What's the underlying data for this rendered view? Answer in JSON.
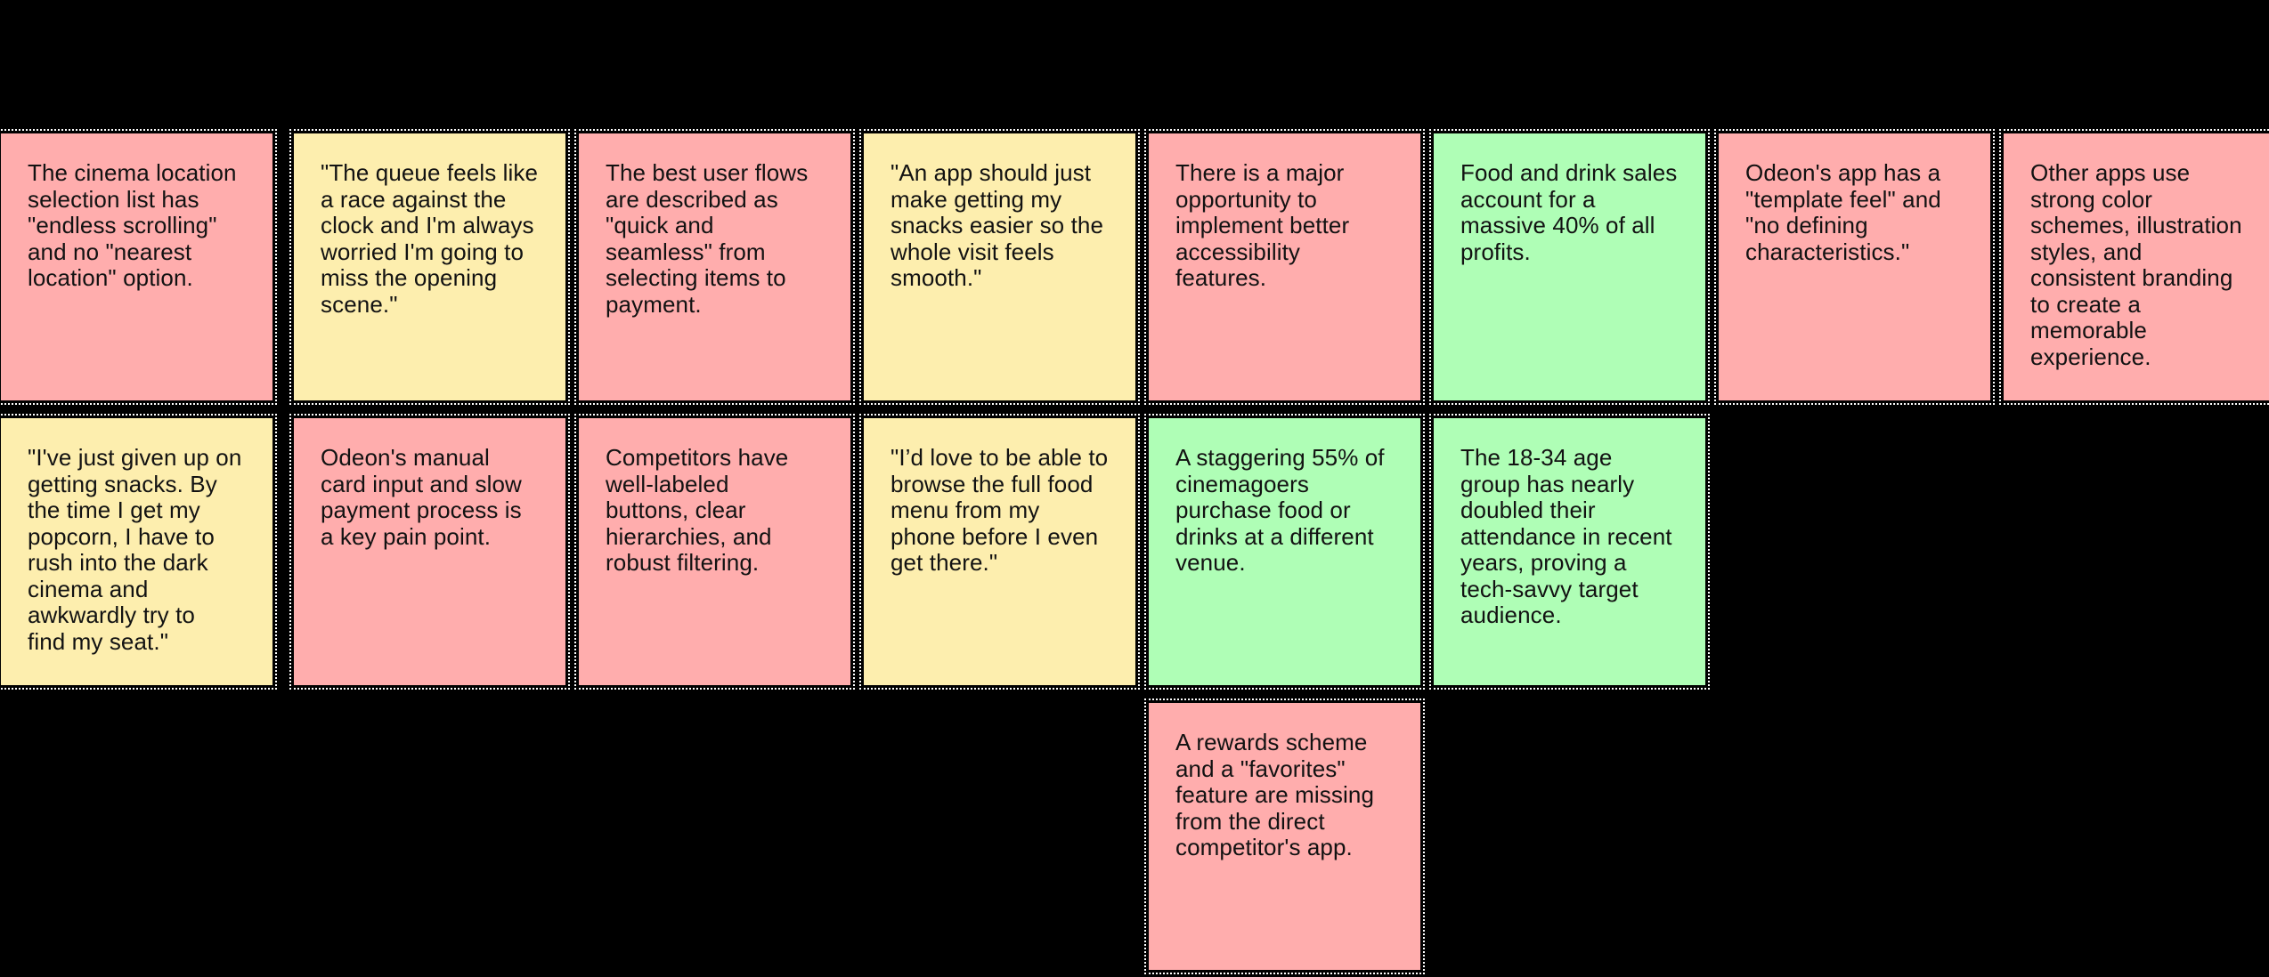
{
  "board": {
    "name": "affinity-map-board",
    "background_color": "#000000",
    "note_colors": {
      "pink": "#ffadad",
      "yellow": "#fdeeae",
      "green": "#affeb6"
    },
    "selection_border_color": "#ffffff",
    "text_color": "#121212"
  },
  "notes": [
    {
      "id": "note-1",
      "color": "pink",
      "row": 1,
      "column": 1,
      "text": "The cinema location\nselection list has\n\"endless scrolling\"\nand no \"nearest\nlocation\" option."
    },
    {
      "id": "note-2",
      "color": "yellow",
      "row": 1,
      "column": 2,
      "text": "\"The queue feels like\na race against the\nclock and I'm always\nworried I'm going to\nmiss the opening\nscene.\""
    },
    {
      "id": "note-3",
      "color": "pink",
      "row": 1,
      "column": 3,
      "text": "The best user flows\nare described as\n\"quick and\nseamless\" from\nselecting items to\npayment."
    },
    {
      "id": "note-4",
      "color": "yellow",
      "row": 1,
      "column": 4,
      "text": "\"An app should just\nmake getting my\nsnacks easier so the\nwhole visit feels\nsmooth.\""
    },
    {
      "id": "note-5",
      "color": "pink",
      "row": 1,
      "column": 5,
      "text": "There is a major\nopportunity to\nimplement better\naccessibility\nfeatures."
    },
    {
      "id": "note-6",
      "color": "green",
      "row": 1,
      "column": 6,
      "text": "Food and drink sales\naccount for a\nmassive 40% of all\nprofits."
    },
    {
      "id": "note-7",
      "color": "pink",
      "row": 1,
      "column": 7,
      "text": "Odeon's app has a\n\"template feel\" and\n\"no defining\ncharacteristics.\""
    },
    {
      "id": "note-8",
      "color": "pink",
      "row": 1,
      "column": 8,
      "text": "Other apps use\nstrong color\nschemes, illustration\nstyles, and\nconsistent branding\nto create a\nmemorable\nexperience."
    },
    {
      "id": "note-9",
      "color": "yellow",
      "row": 2,
      "column": 1,
      "text": "\"I've just given up on\ngetting snacks. By\nthe time I get my\npopcorn, I have to\nrush into the dark\ncinema and\nawkwardly try to\nfind my seat.\""
    },
    {
      "id": "note-10",
      "color": "pink",
      "row": 2,
      "column": 2,
      "text": "Odeon's manual\ncard input and slow\npayment process is\na key pain point."
    },
    {
      "id": "note-11",
      "color": "pink",
      "row": 2,
      "column": 3,
      "text": "Competitors have\nwell-labeled\nbuttons, clear\nhierarchies, and\nrobust filtering."
    },
    {
      "id": "note-12",
      "color": "yellow",
      "row": 2,
      "column": 4,
      "text": "\"I’d love to be able to\nbrowse the full food\nmenu from my\nphone before I even\nget there.\""
    },
    {
      "id": "note-13",
      "color": "green",
      "row": 2,
      "column": 5,
      "text": "A staggering 55% of\ncinemagoers\npurchase food or\ndrinks at a different\nvenue."
    },
    {
      "id": "note-14",
      "color": "green",
      "row": 2,
      "column": 6,
      "text": "The 18-34 age\ngroup has nearly\ndoubled their\nattendance in recent\nyears, proving a\ntech-savvy target\naudience."
    },
    {
      "id": "note-15",
      "color": "pink",
      "row": 3,
      "column": 5,
      "text": "A rewards scheme\nand a \"favorites\"\nfeature are missing\nfrom the direct\ncompetitor's app."
    }
  ]
}
